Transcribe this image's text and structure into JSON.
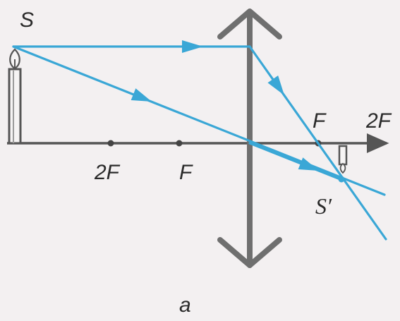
{
  "labels": {
    "source": "S",
    "image": "S′",
    "two_f_left": "2F",
    "f_left": "F",
    "f_right": "F",
    "two_f_right": "2F",
    "caption": "a"
  },
  "colors": {
    "ray": "#3aa7d6",
    "axis": "#555555",
    "lens": "#6f6f6f",
    "background": "#f3f0f1",
    "text": "#2a2a2a"
  }
}
